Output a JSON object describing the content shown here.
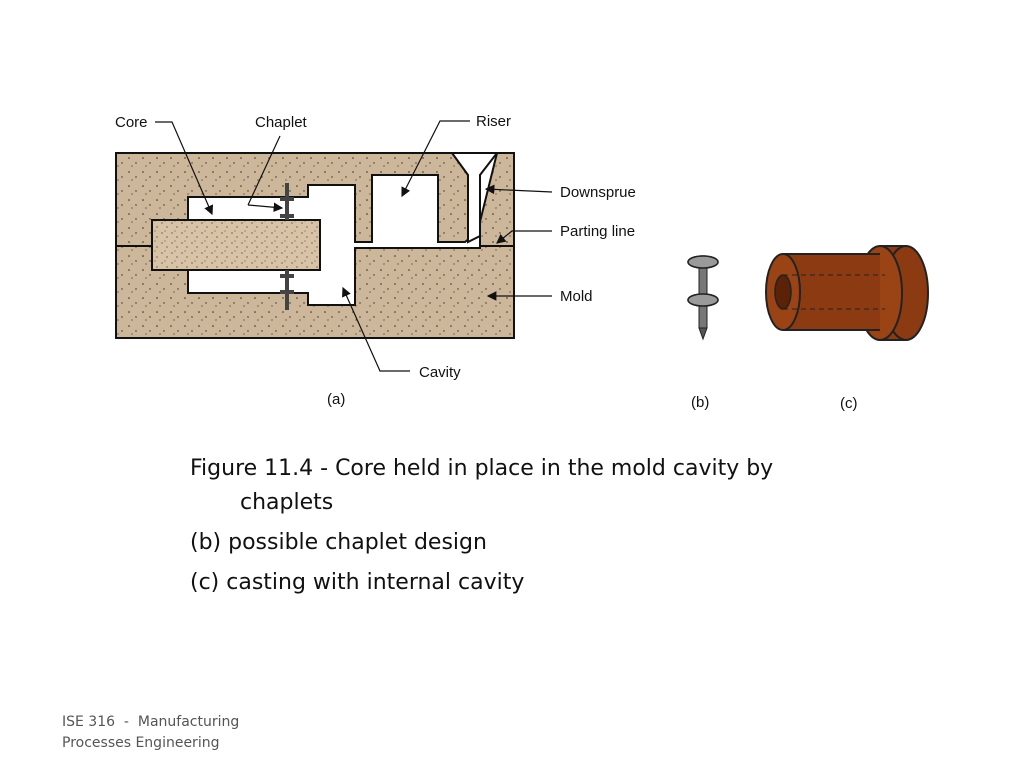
{
  "figure": {
    "labels": {
      "core": "Core",
      "chaplet": "Chaplet",
      "riser": "Riser",
      "downsprue": "Downsprue",
      "parting_line": "Parting line",
      "mold": "Mold",
      "cavity": "Cavity",
      "panel_a": "(a)",
      "panel_b": "(b)",
      "panel_c": "(c)"
    },
    "colors": {
      "sand": "#cdb79a",
      "core": "#d8c3a6",
      "outline": "#111111",
      "chaplet_metal": "#8a8a8a",
      "casting": "#8b3a12",
      "casting_dark": "#5c2208"
    }
  },
  "caption": {
    "line1": "Figure 11.4 - Core held in place in the mold cavity by chaplets",
    "line2": "(b) possible chaplet design",
    "line3": "(c) casting with internal cavity"
  },
  "footer": {
    "line1": "ISE 316  -  Manufacturing",
    "line2": "Processes Engineering"
  }
}
